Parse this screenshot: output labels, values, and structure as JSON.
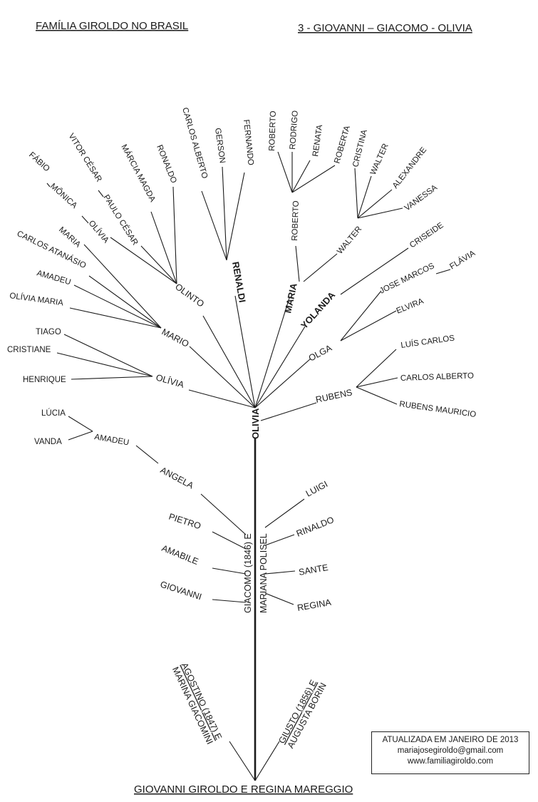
{
  "header": {
    "left": "FAMÍLIA GIROLDO NO BRASIL",
    "right": "3 -  GIOVANNI – GIACOMO - OLIVIA"
  },
  "root": "GIOVANNI GIROLDO E REGINA MAREGGIO",
  "couples": {
    "agostino_1": "AGOSTINO (1847) E",
    "agostino_2": "MARINA GIACOMINI",
    "giusto_1": "GIUSTO (1856) E",
    "giusto_2": "AUGUSTA BORIN",
    "giacomo_1": "GIACOMO (1846) E",
    "giacomo_2": "MARIANA POLISEL"
  },
  "names": {
    "olivia_main": "OLIVIA",
    "giovanni": "GIOVANNI",
    "amabile": "AMABILE",
    "pietro": "PIETRO",
    "angela": "ANGELA",
    "amadeu_a": "AMADEU",
    "lucia": "LÚCIA",
    "vanda": "VANDA",
    "luigi": "LUIGI",
    "rinaldo": "RINALDO",
    "sante": "SANTE",
    "regina": "REGINA",
    "olivia_b": "OLÍVIA",
    "henrique": "HENRIQUE",
    "cristiane": "CRISTIANE",
    "tiago": "TIAGO",
    "mario": "MARIO",
    "olivia_maria": "OLÍVIA MARIA",
    "amadeu_b": "AMADEU",
    "carlos_atanasio": "CARLOS ATANÁSIO",
    "maria_a": "MARIA",
    "olinto": "OLINTO",
    "olivia_c": "OLÍVIA",
    "monica": "MÔNICA",
    "fabio": "FÁBIO",
    "paulo_cesar": "PAULO CÉSAR",
    "vitor_cesar": "VITOR CÉSAR",
    "marcia_magda": "MÁRCIA MAGDA",
    "ronaldo": "RONALDO",
    "renaldi": "RENALDI",
    "carlos_alberto_a": "CARLOS ALBERTO",
    "gerson": "GERSON",
    "fernando": "FERNANDO",
    "maria_b": "MARIA",
    "roberto_a": "ROBERTO",
    "roberto_b": "ROBERTO",
    "rodrigo": "RODRIGO",
    "renata": "RENATA",
    "roberta": "ROBERTA",
    "walter_a": "WALTER",
    "cristina": "CRISTINA",
    "walter_b": "WALTER",
    "alexandre": "ALEXANDRE",
    "vanessa": "VANESSA",
    "yolanda": "YOLANDA",
    "criseide": "CRISEIDE",
    "olga": "OLGA",
    "jose_marcos": "JOSE MARCOS",
    "flavia": "FLÁVIA",
    "elvira": "ELVIRA",
    "rubens": "RUBENS",
    "luis_carlos": "LUÍS CARLOS",
    "carlos_alberto_b": "CARLOS ALBERTO",
    "rubens_mauricio": "RUBENS MAURICIO"
  },
  "info": {
    "updated": "ATUALIZADA EM JANEIRO DE 2013",
    "email": "mariajosegiroldo@gmail.com",
    "site": "www.familiagiroldo.com"
  }
}
